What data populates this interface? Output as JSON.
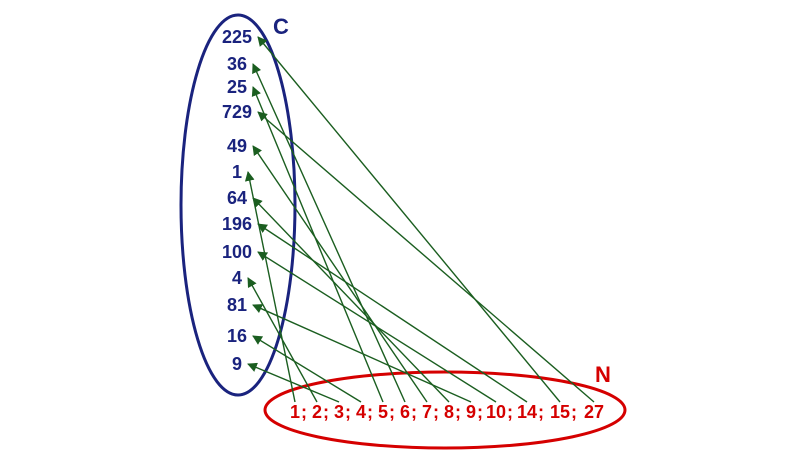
{
  "set_c": {
    "label": "C",
    "color": "#1a237e",
    "values": [
      "225",
      "36",
      "25",
      "729",
      "49",
      "1",
      "64",
      "196",
      "100",
      "4",
      "81",
      "16",
      "9"
    ]
  },
  "set_n": {
    "label": "N",
    "color": "#d50000",
    "values": [
      "1",
      "2",
      "3",
      "4",
      "5",
      "6",
      "7",
      "8",
      "9",
      "10",
      "14",
      "15",
      "27"
    ],
    "separator": ";"
  },
  "mapping": {
    "color": "#1b5e20",
    "pairs": [
      {
        "from": "1",
        "to": "1"
      },
      {
        "from": "2",
        "to": "4"
      },
      {
        "from": "3",
        "to": "9"
      },
      {
        "from": "4",
        "to": "16"
      },
      {
        "from": "5",
        "to": "25"
      },
      {
        "from": "6",
        "to": "36"
      },
      {
        "from": "7",
        "to": "49"
      },
      {
        "from": "8",
        "to": "64"
      },
      {
        "from": "9",
        "to": "81"
      },
      {
        "from": "10",
        "to": "100"
      },
      {
        "from": "14",
        "to": "196"
      },
      {
        "from": "15",
        "to": "225"
      },
      {
        "from": "27",
        "to": "729"
      }
    ]
  }
}
